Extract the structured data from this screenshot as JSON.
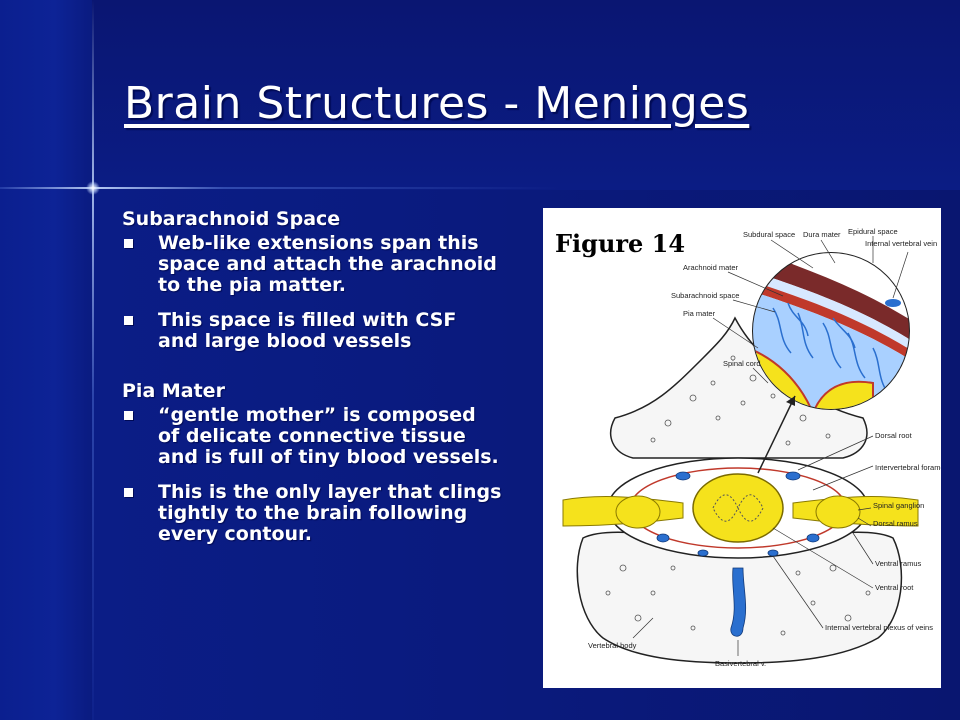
{
  "title": "Brain Structures - Meninges",
  "sections": [
    {
      "heading": "Subarachnoid Space",
      "bullets": [
        "Web-like extensions span this space and attach the arachnoid to the pia matter.",
        "This space is filled with CSF and large blood vessels"
      ]
    },
    {
      "heading": "Pia Mater",
      "bullets": [
        "“gentle mother” is composed of delicate connective tissue and is full of tiny blood vessels.",
        "This is the only layer that clings tightly to the brain following every contour."
      ]
    }
  ],
  "figure": {
    "caption": "Figure 14",
    "labels": {
      "subdural_space": "Subdural space",
      "dura_mater": "Dura mater",
      "epidural_space": "Epidural space",
      "internal_vertebral_vein": "Internal vertebral vein",
      "arachnoid_mater": "Arachnoid mater",
      "subarachnoid_space": "Subarachnoid space",
      "pia_mater": "Pia mater",
      "spinal_cord": "Spinal cord",
      "dorsal_root": "Dorsal root",
      "intervertebral_foramen": "Intervertebral foramen",
      "spinal_ganglion": "Spinal ganglion",
      "dorsal_ramus": "Dorsal ramus",
      "ventral_ramus": "Ventral ramus",
      "ventral_root": "Ventral root",
      "vertebral_body": "Vertebral body",
      "internal_vertebral_plexus": "Internal vertebral plexus of veins",
      "basivertebral_v": "Basivertebral v."
    }
  },
  "colors": {
    "background": "#0a1b80",
    "text": "#ffffff",
    "nerve_yellow": "#f5e21c",
    "vessel_blue": "#2a6fcf",
    "vessel_red": "#c0392b"
  }
}
